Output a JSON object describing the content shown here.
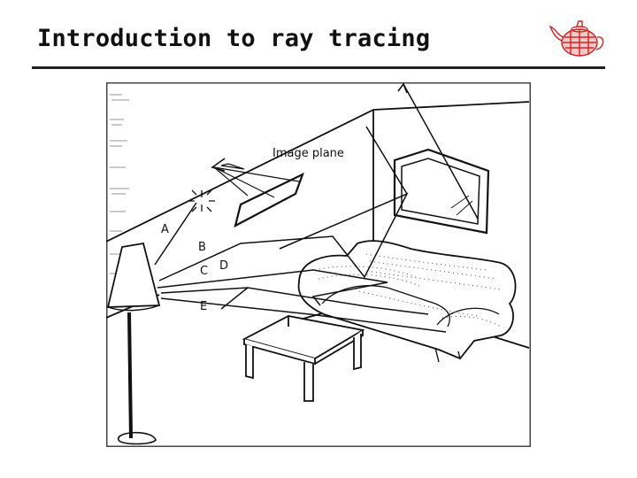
{
  "slide": {
    "title": "Introduction to ray tracing"
  },
  "logo": {
    "icon": "teapot-icon",
    "color": "#d42020"
  },
  "figure": {
    "labels": {
      "image_plane": "Image plane",
      "ray_a": "A",
      "ray_b": "B",
      "ray_c": "C",
      "ray_d": "D",
      "ray_e": "E"
    }
  }
}
